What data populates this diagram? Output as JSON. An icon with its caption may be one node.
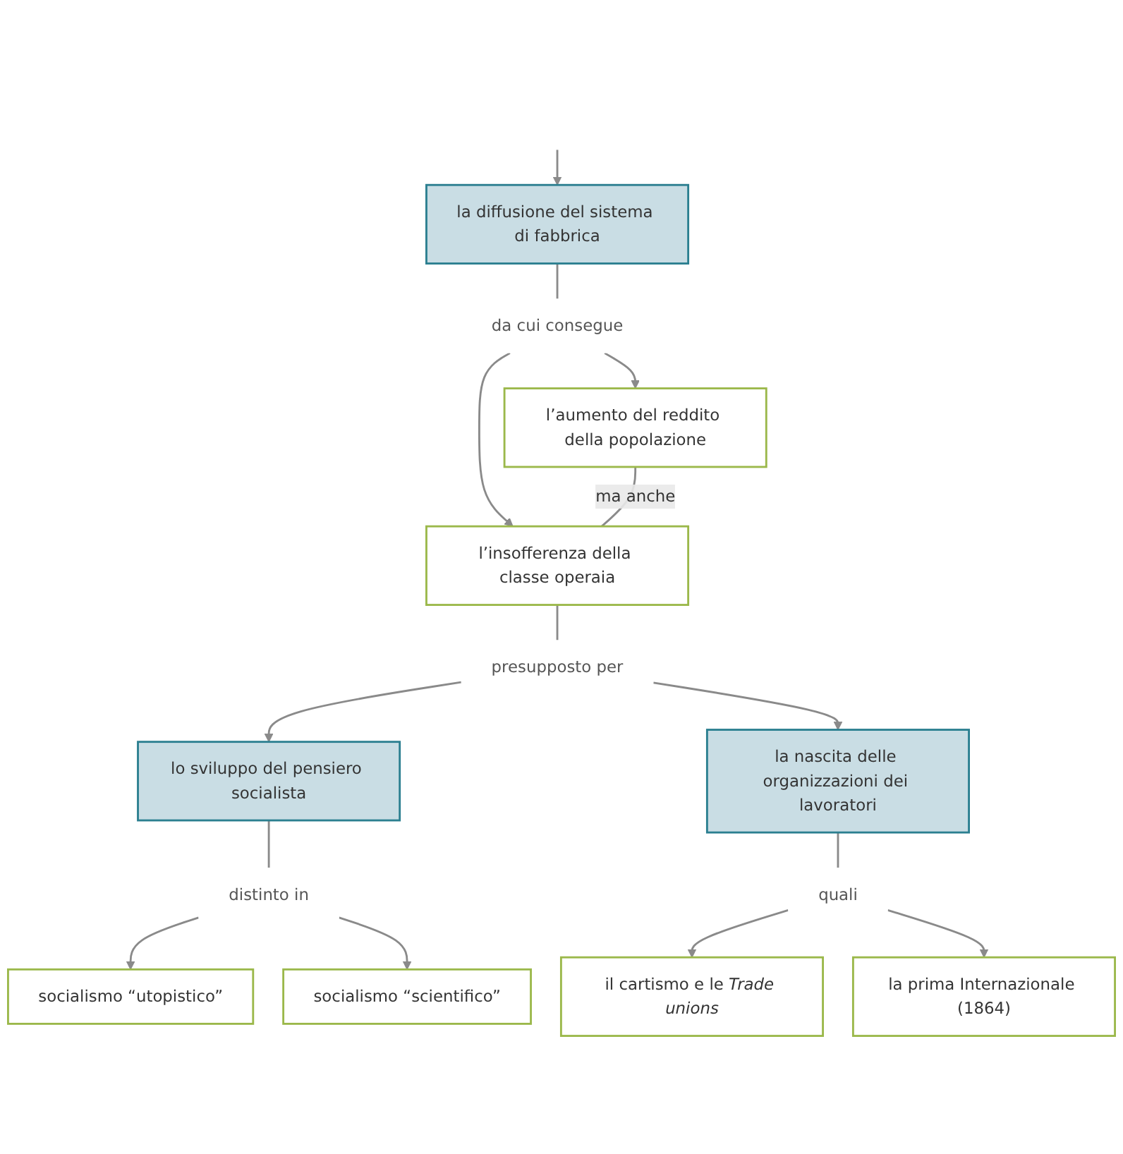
{
  "diagram": {
    "nodes": [
      {
        "text": [
          "la diffusione del sistema di fabbrica"
        ]
      },
      {
        "text": [
          "da cui consegue"
        ]
      },
      {
        "text": [
          "l’aumento del reddito della popolazione"
        ]
      },
      {
        "text": [
          "l’insofferenza della classe operaia"
        ]
      },
      {
        "text": [
          "presupposto per"
        ]
      },
      {
        "text": [
          "lo sviluppo del pensiero socialista"
        ]
      },
      {
        "text": [
          "la nascita delle organizzazioni dei lavoratori"
        ]
      },
      {
        "text": [
          "distinto in"
        ]
      },
      {
        "text": [
          "quali"
        ]
      },
      {
        "text": [
          "socialismo “utopistico”"
        ]
      },
      {
        "text": [
          "socialismo “scientifico”"
        ]
      },
      {
        "text": [
          "il cartismo e le *Trade unions*"
        ]
      },
      {
        "text": [
          "la prima Internazionale (1864)"
        ]
      }
    ],
    "edges": [
      {
        "from": null,
        "to": 0,
        "arrow": "to"
      },
      {
        "from": 0,
        "to": 1,
        "arrow": "none"
      },
      {
        "from": 1,
        "to": 2,
        "arrow": "to"
      },
      {
        "from": 1,
        "to": 3,
        "arrow": "to"
      },
      {
        "from": 2,
        "to": 3,
        "arrow": "none",
        "label": "ma anche"
      },
      {
        "from": 3,
        "to": 4,
        "arrow": "none"
      },
      {
        "from": 4,
        "to": 5,
        "arrow": "to"
      },
      {
        "from": 4,
        "to": 6,
        "arrow": "to"
      },
      {
        "from": 5,
        "to": 7,
        "arrow": "none"
      },
      {
        "from": 7,
        "to": 9,
        "arrow": "to"
      },
      {
        "from": 7,
        "to": 10,
        "arrow": "to"
      },
      {
        "from": 6,
        "to": 8,
        "arrow": "none"
      },
      {
        "from": 8,
        "to": 11,
        "arrow": "to"
      },
      {
        "from": 8,
        "to": 12,
        "arrow": "to"
      }
    ]
  }
}
